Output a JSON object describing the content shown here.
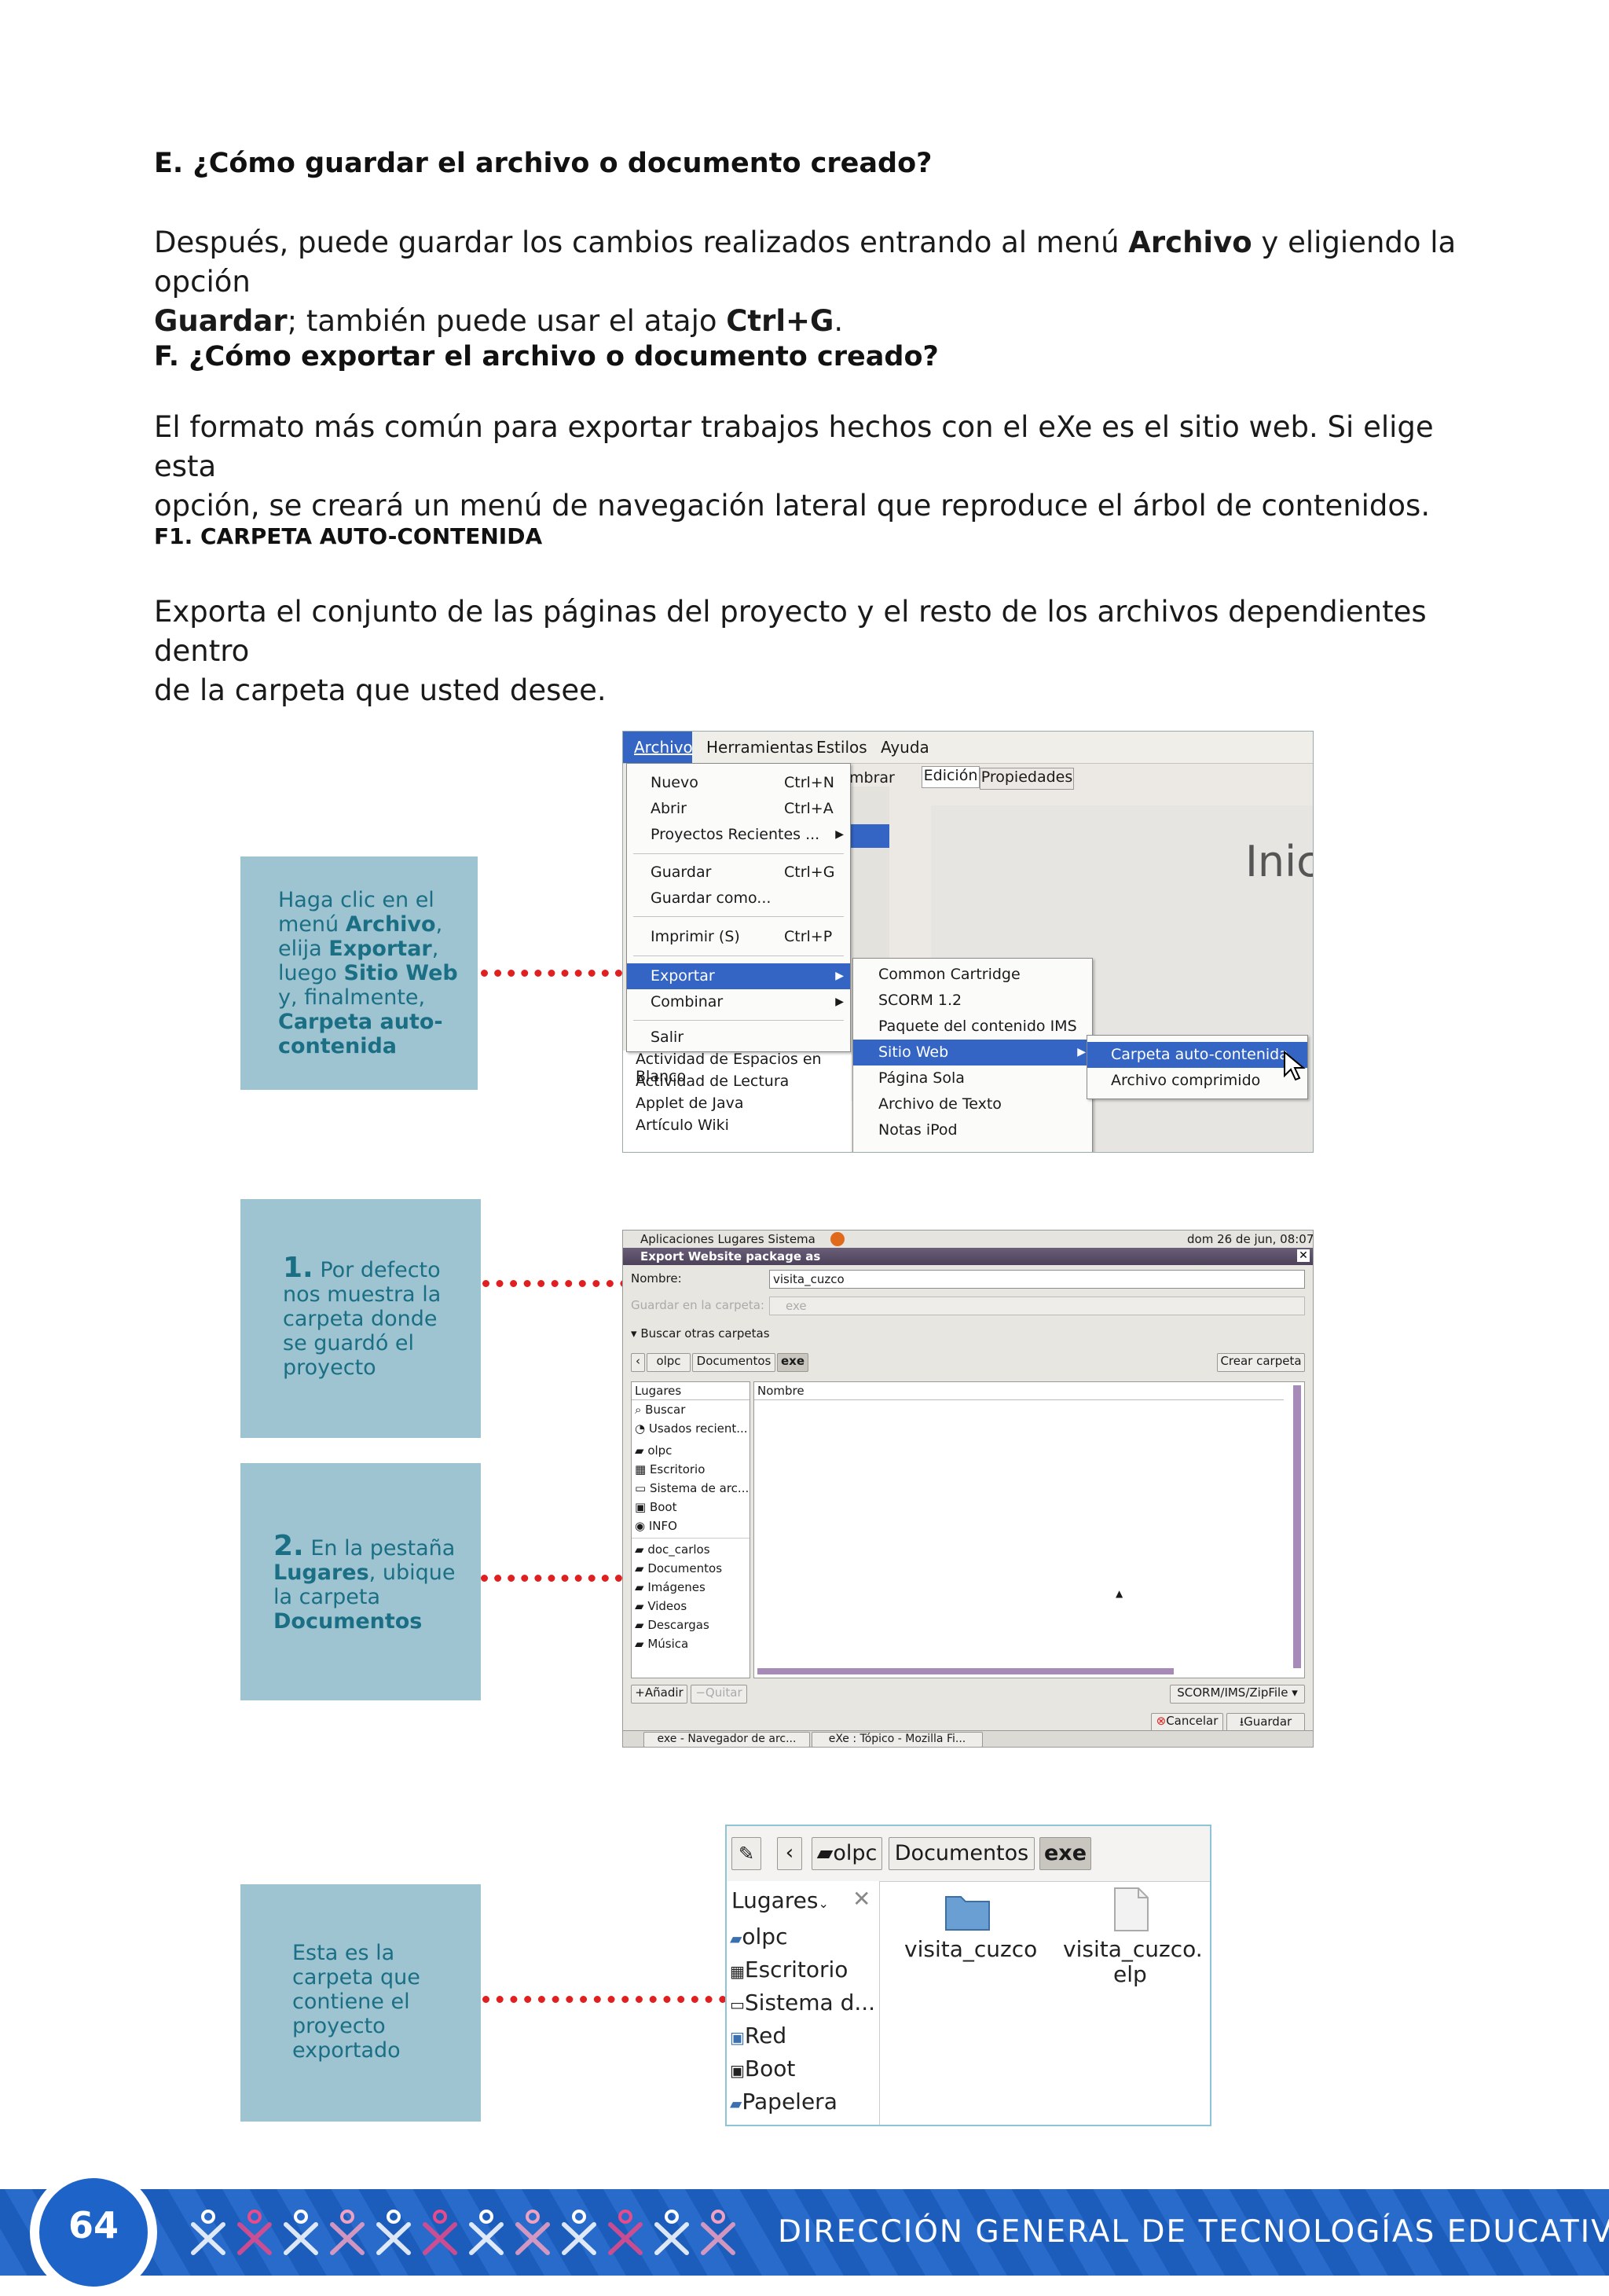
{
  "sections": {
    "e_heading": "E. ¿Cómo guardar el archivo o documento creado?",
    "e_p_1": "Después, puede guardar los cambios realizados entrando al menú ",
    "e_p_archivo": "Archivo",
    "e_p_2": " y eligiendo la opción",
    "e_p_guardar": "Guardar",
    "e_p_3": "; también puede usar el atajo ",
    "e_p_ctrl": "Ctrl+G",
    "e_p_4": ".",
    "f_heading": "F. ¿Cómo exportar el archivo o documento creado?",
    "f_p_line1": "El formato más común para exportar trabajos hechos con el eXe es el sitio web. Si elige esta",
    "f_p_line2": "opción, se creará un menú de navegación lateral que reproduce el árbol de contenidos.",
    "f1_heading": "F1. CARPETA AUTO-CONTENIDA",
    "f1_p_line1": "Exporta el conjunto de las páginas del proyecto y el resto de los archivos dependientes dentro",
    "f1_p_line2": "de la carpeta que usted desee."
  },
  "callouts": {
    "c1": {
      "l1": "Haga clic en el",
      "l2a": "menú ",
      "l2b": "Archivo",
      "l2c": ",",
      "l3a": "elija ",
      "l3b": "Exportar",
      "l3c": ",",
      "l4a": "luego ",
      "l4b": "Sitio Web",
      "l5": "y, finalmente,",
      "l6": "Carpeta auto-",
      "l7": "contenida"
    },
    "c2": {
      "num": "1.",
      "l1": " Por defecto",
      "l2": "nos muestra la",
      "l3": "carpeta donde",
      "l4": "se guardó el",
      "l5": "proyecto"
    },
    "c3": {
      "num": "2.",
      "l1": " En la pestaña",
      "l2a": "Lugares",
      "l2b": ", ubique",
      "l3": "la carpeta",
      "l4": "Documentos"
    },
    "c4": {
      "l1": "Esta es la",
      "l2": "carpeta que",
      "l3": "contiene el",
      "l4": "proyecto",
      "l5": "exportado"
    }
  },
  "shot1": {
    "menubar": [
      "Archivo",
      "Herramientas",
      "Estilos",
      "Ayuda"
    ],
    "file_menu": [
      {
        "label": "Nuevo",
        "acc": "Ctrl+N"
      },
      {
        "label": "Abrir",
        "acc": "Ctrl+A"
      },
      {
        "label": "Proyectos Recientes ...",
        "acc": ""
      },
      {
        "label": "Guardar",
        "acc": "Ctrl+G"
      },
      {
        "label": "Guardar como...",
        "acc": ""
      },
      {
        "label": "Imprimir (S)",
        "acc": "Ctrl+P"
      },
      {
        "label": "Exportar",
        "acc": ""
      },
      {
        "label": "Combinar",
        "acc": ""
      },
      {
        "label": "Salir",
        "acc": ""
      }
    ],
    "export_menu": [
      "Common Cartridge",
      "SCORM 1.2",
      "Paquete del contenido IMS",
      "Sitio Web",
      "Página Sola",
      "Archivo de Texto",
      "Notas iPod"
    ],
    "web_menu": [
      "Carpeta auto-contenida",
      "Archivo comprimido"
    ],
    "bg_list": [
      "Actividad de Espacios en Blanco",
      "Actividad de Lectura",
      "Applet de Java",
      "Artículo Wiki"
    ],
    "tabs": [
      "Edición",
      "Propiedades"
    ],
    "bg_partial": "mbrar",
    "bg_title": "Inic"
  },
  "shot2": {
    "topbar_left": "Aplicaciones  Lugares  Sistema",
    "topbar_right": "dom 26 de jun, 08:07",
    "title": "Export Website package as",
    "nombre_label": "Nombre:",
    "nombre_value": "visita_cuzco",
    "guardar_label": "Guardar en la carpeta:",
    "guardar_value": "exe",
    "buscar": "Buscar otras carpetas",
    "path": [
      "olpc",
      "Documentos",
      "exe"
    ],
    "crear": "Crear carpeta",
    "places_header": "Lugares",
    "name_header": "Nombre",
    "places": [
      "Buscar",
      "Usados recient...",
      "olpc",
      "Escritorio",
      "Sistema de arc...",
      "Boot",
      "INFO",
      "doc_carlos",
      "Documentos",
      "Imágenes",
      "Videos",
      "Descargas",
      "Música"
    ],
    "add": "Añadir",
    "remove": "Quitar",
    "filter": "SCORM/IMS/ZipFile",
    "cancel": "Cancelar",
    "save": "Guardar",
    "task1": "exe - Navegador de arc...",
    "task2": "eXe : Tópico - Mozilla Fi..."
  },
  "shot3": {
    "path": [
      "olpc",
      "Documentos",
      "exe"
    ],
    "places_header": "Lugares",
    "places": [
      "olpc",
      "Escritorio",
      "Sistema d...",
      "Red",
      "Boot",
      "Papelera"
    ],
    "file1": "visita_cuzco",
    "file2_l1": "visita_cuzco.",
    "file2_l2": "elp"
  },
  "footer": {
    "page": "64",
    "title": "DIRECCIÓN GENERAL DE TECNOLOGÍAS EDUCATIVAS"
  },
  "colors": {
    "callout_bg": "#9ec4d2",
    "callout_text": "#1b6f84",
    "dots": "#e02020",
    "footer_bg": "#1e63c8",
    "menu_selected": "#3465c5"
  }
}
